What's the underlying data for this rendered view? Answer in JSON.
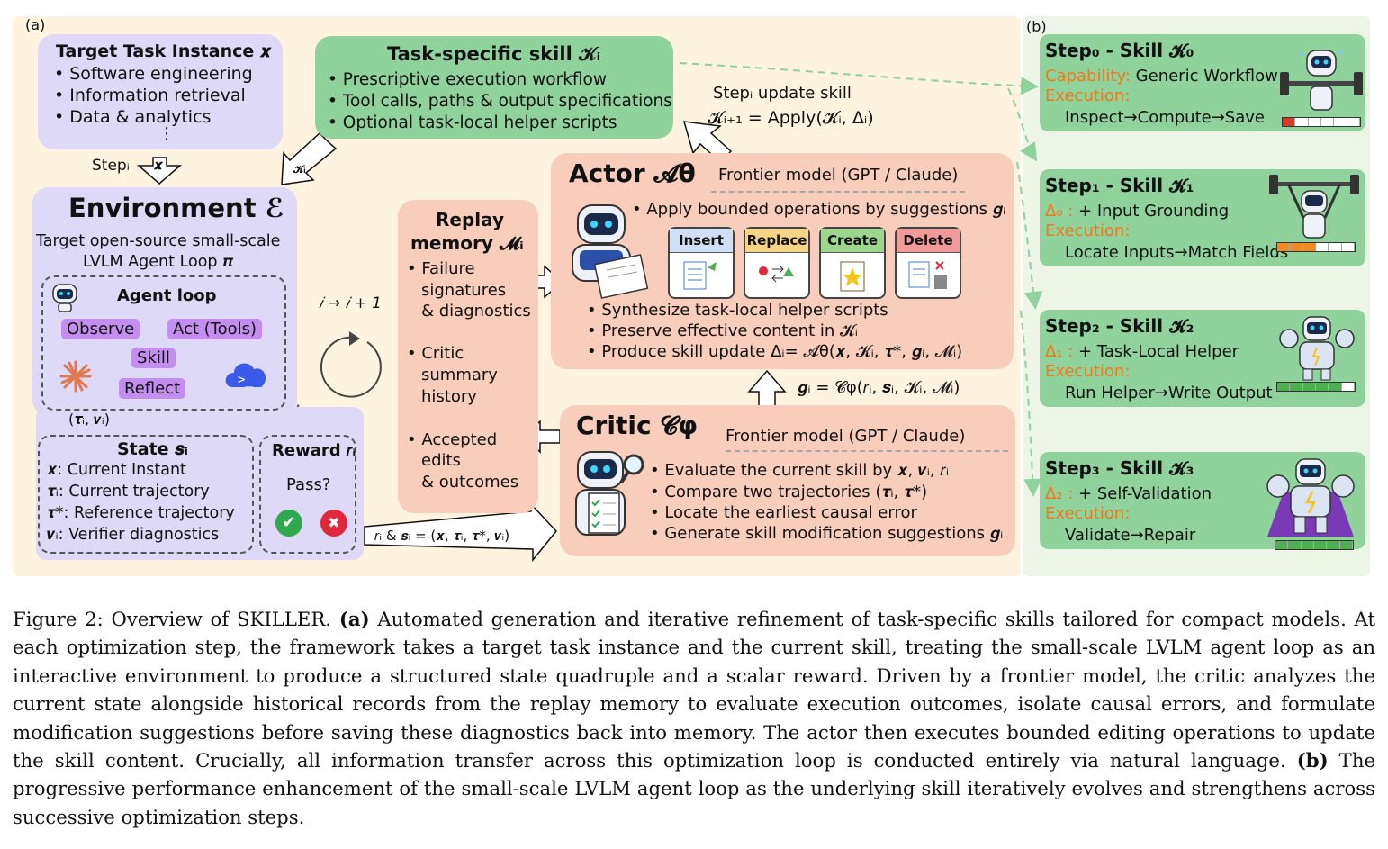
{
  "panel_labels": {
    "a": "(a)",
    "b": "(b)"
  },
  "target": {
    "title": "Target Task Instance 𝒙",
    "items": [
      "• Software engineering",
      "• Information retrieval",
      "• Data & analytics"
    ],
    "dots": "⋮",
    "step_label": "Stepᵢ",
    "arrow_label": "𝒙"
  },
  "skill": {
    "title": "Task-specific skill 𝒦ᵢ",
    "items": [
      "• Prescriptive execution workflow",
      "• Tool calls, paths & output specifications",
      "• Optional task-local helper scripts"
    ],
    "arrow_label": "𝒦ᵢ",
    "update_label": "Stepᵢ update skill",
    "update_formula": "𝓚ᵢ₊₁ = Apply(𝓚ᵢ, Δᵢ)"
  },
  "environment": {
    "title": "Environment ℰ",
    "subtitle1": "Target open-source small-scale",
    "subtitle2": "LVLM Agent Loop 𝝅",
    "loop_title": "Agent loop",
    "observe": "Observe",
    "act": "Act (Tools)",
    "skill": "Skill",
    "reflect": "Reflect",
    "output_label": "(𝝉ᵢ, 𝒗ᵢ)"
  },
  "state": {
    "title": "State 𝒔ᵢ",
    "items": [
      "𝒙: Current Instant",
      "𝝉ᵢ: Current trajectory",
      "𝝉*: Reference trajectory",
      "𝒗ᵢ: Verifier diagnostics"
    ]
  },
  "reward": {
    "title": "Reward 𝑟ᵢ",
    "question": "Pass?",
    "pass": "✔",
    "fail": "✖"
  },
  "iteration": "𝑖 → 𝑖 + 1",
  "replay": {
    "title1": "Replay",
    "title2": "memory 𝓜ᵢ",
    "items": [
      [
        "• Failure",
        "signatures",
        "& diagnostics"
      ],
      [
        "• Critic",
        "summary",
        "history"
      ],
      [
        "• Accepted",
        "edits",
        "& outcomes"
      ]
    ]
  },
  "actor": {
    "title": "Actor 𝓐θ",
    "model": "Frontier model (GPT / Claude)",
    "apply": "• Apply bounded operations by suggestions 𝒈ᵢ",
    "ops": [
      "Insert",
      "Replace",
      "Create",
      "Delete"
    ],
    "items": [
      "• Synthesize task-local helper scripts",
      "• Preserve effective content in 𝓚ᵢ",
      "• Produce skill update Δᵢ= 𝓐θ(𝒙, 𝓚ᵢ, 𝝉*, 𝒈ᵢ, 𝓜ᵢ)"
    ]
  },
  "suggest_formula": "𝒈ᵢ = 𝓒φ(𝑟ᵢ, 𝒔ᵢ, 𝓚ᵢ, 𝓜ᵢ)",
  "critic": {
    "title": "Critic 𝓒φ",
    "model": "Frontier model (GPT / Claude)",
    "items": [
      "• Evaluate the current skill by 𝒙, 𝒗ᵢ, 𝑟ᵢ",
      "• Compare two trajectories (𝝉ᵢ, 𝝉*)",
      "• Locate the earliest causal error",
      "• Generate skill modification suggestions 𝒈ᵢ"
    ]
  },
  "state_formula": "𝑟ᵢ & 𝒔ᵢ = (𝒙, 𝝉ᵢ, 𝝉*, 𝒗ᵢ)",
  "steps": [
    {
      "title": "Step₀ - Skill 𝓚₀",
      "cap_key": "Capability:",
      "cap_val": " Generic Workflow",
      "exec": "Execution:",
      "flow": "Inspect→Compute→Save",
      "progress": 0.2
    },
    {
      "title": "Step₁ - Skill 𝓚₁",
      "cap_key": "Δ₀ :",
      "cap_val": " + Input Grounding",
      "exec": "Execution:",
      "flow": "Locate Inputs→Match Fields",
      "progress": 0.5
    },
    {
      "title": "Step₂ - Skill 𝓚₂",
      "cap_key": "Δ₁ :",
      "cap_val": " + Task-Local Helper",
      "exec": "Execution:",
      "flow": "Run Helper→Write Output",
      "progress": 0.8
    },
    {
      "title": "Step₃ - Skill 𝓚₃",
      "cap_key": "Δ₂ :",
      "cap_val": " + Self-Validation",
      "exec": "Execution:",
      "flow": "Validate→Repair",
      "progress": 1.0
    }
  ],
  "caption": {
    "lead": "Figure 2: Overview of SKILLER. ",
    "a_tag": "(a)",
    "a_text": " Automated generation and iterative refinement of task-specific skills tailored for compact models. At each optimization step, the framework takes a target task instance and the current skill, treating the small-scale LVLM agent loop as an interactive environment to produce a structured state quadruple and a scalar reward. Driven by a frontier model, the critic analyzes the current state alongside historical records from the replay memory to evaluate execution outcomes, isolate causal errors, and formulate modification suggestions before saving these diagnostics back into memory. The actor then executes bounded editing operations to update the skill content. Crucially, all information transfer across this optimization loop is conducted entirely via natural language. ",
    "b_tag": "(b)",
    "b_text": " The progressive performance enhancement of the small-scale LVLM agent loop as the underlying skill iteratively evolves and strengthens across successive optimization steps."
  },
  "colors": {
    "purple": "#ddd9f6",
    "green": "#8fd29c",
    "salmon": "#f8cdbb",
    "orange": "#f07a1a",
    "chip": "#c48ef0"
  }
}
